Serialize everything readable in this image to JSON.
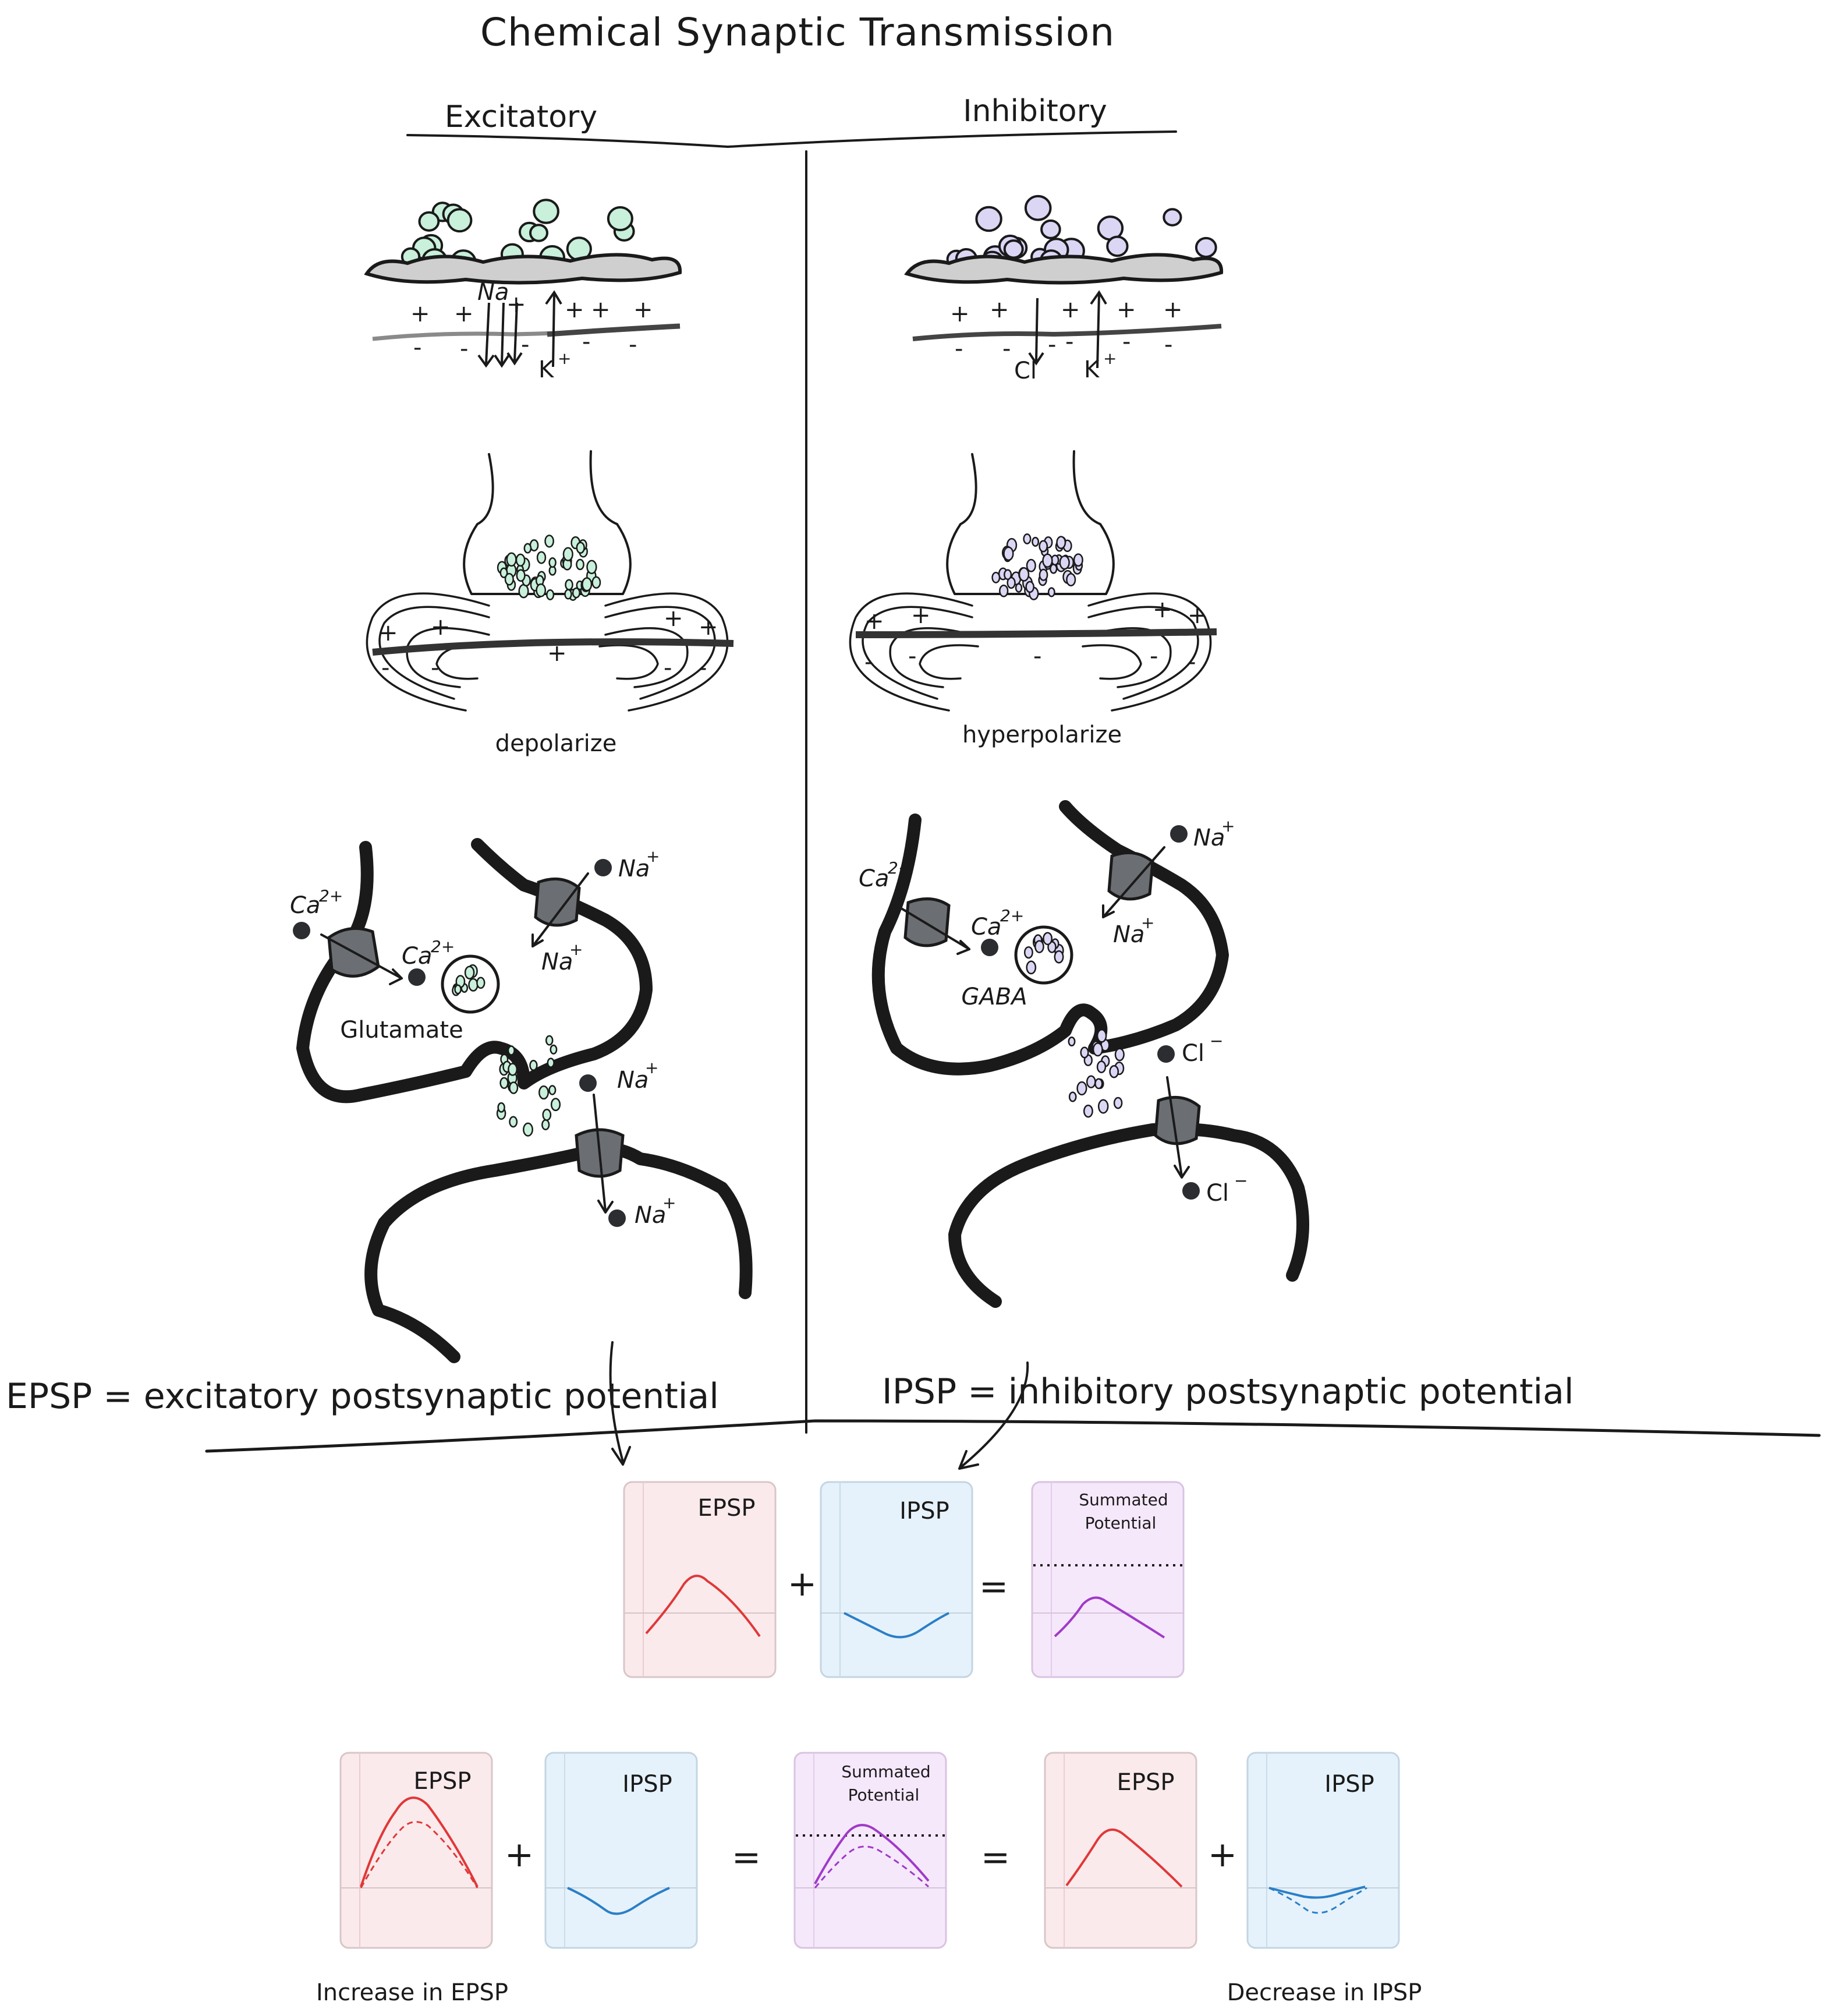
{
  "title": "Chemical Synaptic Transmission",
  "columns": {
    "excitatory": "Excitatory",
    "inhibitory": "Inhibitory"
  },
  "ion_labels": {
    "na": "Na",
    "k": "K",
    "cl": "Cl",
    "plus_sup": "+",
    "ca_sup": "2+",
    "minus_sup": "−",
    "ca": "Ca"
  },
  "field_labels": {
    "excitatory": "depolarize",
    "inhibitory": "hyperpolarize"
  },
  "neurotransmitters": {
    "excitatory": "Glutamate",
    "inhibitory": "GABA"
  },
  "definitions": {
    "epsp": "EPSP = excitatory postsynaptic potential",
    "ipsp": "IPSP = inhibitory postsynaptic potential"
  },
  "cards": {
    "epsp": "EPSP",
    "ipsp": "IPSP",
    "summated_line1": "Summated",
    "summated_line2": "Potential"
  },
  "operators": {
    "plus": "+",
    "equals": "="
  },
  "captions": {
    "increase": "Increase in EPSP",
    "decrease": "Decrease in IPSP"
  },
  "colors": {
    "ink": "#1a1a1a",
    "glutamate": "#c8f0da",
    "gaba": "#dcd6f5",
    "epsp_card": "#fbeaec",
    "ipsp_card": "#e6f2fb",
    "sum_card": "#f6e8fb",
    "epsp_line": "#e03838",
    "ipsp_line": "#2a7fc8",
    "sum_line": "#a03ac8",
    "channel": "#6b6e72"
  }
}
